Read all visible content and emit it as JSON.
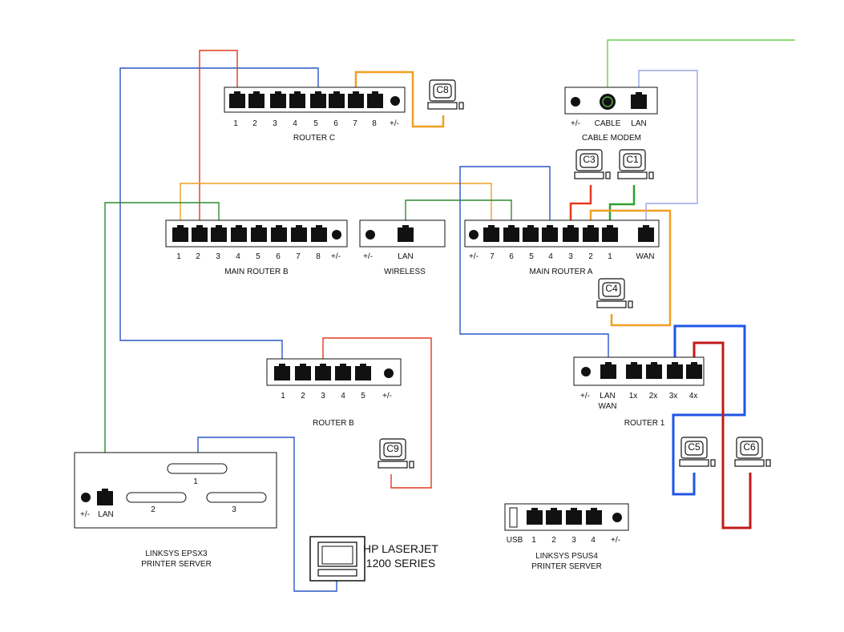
{
  "colors": {
    "blue": "#2a56c6",
    "bright_blue": "#1f55e6",
    "red": "#e23a1f",
    "dark_red": "#c21a1a",
    "green": "#2e8b2e",
    "bright_green": "#2ea02e",
    "orange": "#f0a020",
    "light_blue": "#9aa6e6",
    "lime": "#6ccf4a"
  },
  "devices": {
    "router_c": {
      "name": "ROUTER C",
      "ports": [
        "1",
        "2",
        "3",
        "4",
        "5",
        "6",
        "7",
        "8",
        "+/-"
      ]
    },
    "main_router_b": {
      "name": "MAIN ROUTER B",
      "ports": [
        "1",
        "2",
        "3",
        "4",
        "5",
        "6",
        "7",
        "8",
        "+/-"
      ]
    },
    "wireless": {
      "name": "WIRELESS",
      "ports": [
        "+/-",
        "LAN"
      ]
    },
    "main_router_a": {
      "name": "MAIN ROUTER A",
      "ports": [
        "+/-",
        "7",
        "6",
        "5",
        "4",
        "3",
        "2",
        "1",
        "WAN"
      ]
    },
    "cable_modem": {
      "name": "CABLE MODEM",
      "ports": [
        "+/-",
        "CABLE",
        "LAN"
      ]
    },
    "router_b": {
      "name": "ROUTER B",
      "ports": [
        "1",
        "2",
        "3",
        "4",
        "5",
        "+/-"
      ]
    },
    "router_1": {
      "name": "ROUTER 1",
      "ports": [
        "+/-",
        "LAN",
        "WAN",
        "1x",
        "2x",
        "3x",
        "4x"
      ]
    },
    "epsx3": {
      "name_line1": "LINKSYS EPSX3",
      "name_line2": "PRINTER SERVER",
      "ports": [
        "+/-",
        "LAN",
        "1",
        "2",
        "3"
      ]
    },
    "psus4": {
      "name_line1": "LINKSYS PSUS4",
      "name_line2": "PRINTER SERVER",
      "ports": [
        "USB",
        "1",
        "2",
        "3",
        "4",
        "+/-"
      ]
    },
    "printer": {
      "name_line1": "HP LASERJET",
      "name_line2": "1200 SERIES"
    }
  },
  "computers": [
    "C8",
    "C3",
    "C1",
    "C4",
    "C9",
    "C5",
    "C6"
  ]
}
